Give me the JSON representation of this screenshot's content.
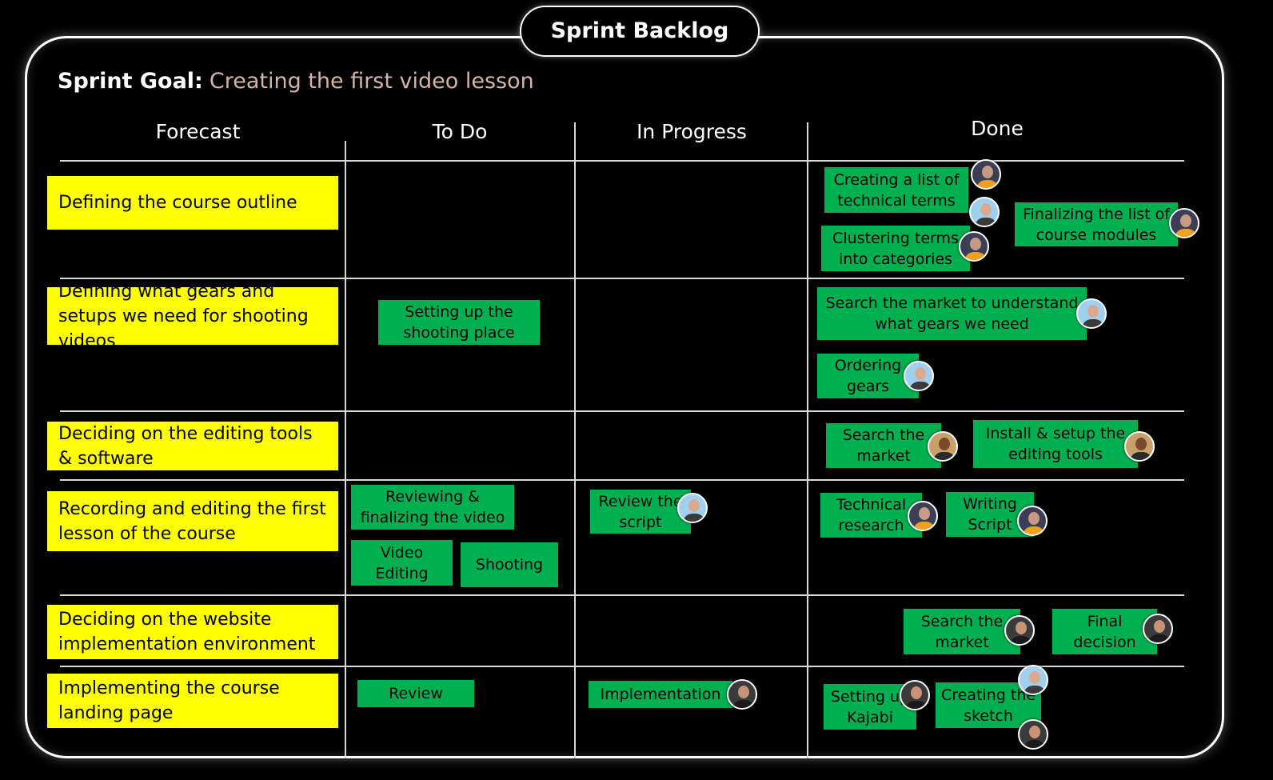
{
  "title": "Sprint Backlog",
  "sprint_goal": {
    "label": "Sprint Goal:",
    "value": "Creating the first video lesson"
  },
  "columns": [
    "Forecast",
    "To Do",
    "In Progress",
    "Done"
  ],
  "forecast": [
    "Defining the course outline",
    "Defining what gears and setups we need for shooting videos",
    "Deciding on the editing tools & software",
    "Recording and editing the first lesson of the course",
    "Deciding on the website implementation environment",
    "Implementing the course landing page"
  ],
  "cards": {
    "r1_done_1": "Creating a list of technical terms",
    "r1_done_2": "Clustering terms into categories",
    "r1_done_3": "Finalizing the list of course modules",
    "r2_todo_1": "Setting up the shooting place",
    "r2_done_1": "Search the market to understand what gears we need",
    "r2_done_2": "Ordering gears",
    "r3_done_1": "Search the market",
    "r3_done_2": "Install & setup the editing tools",
    "r4_todo_1": "Reviewing & finalizing the video",
    "r4_todo_2": "Video Editing",
    "r4_todo_3": "Shooting",
    "r4_prog_1": "Review the script",
    "r4_done_1": "Technical research",
    "r4_done_2": "Writing Script",
    "r5_done_1": "Search the market",
    "r5_done_2": "Final decision",
    "r6_todo_1": "Review",
    "r6_prog_1": "Implementation",
    "r6_done_1": "Setting up Kajabi",
    "r6_done_2": "Creating the sketch"
  },
  "colors": {
    "forecast_bg": "#ffff00",
    "card_bg": "#00b050",
    "goal_text": "#d2b4a8",
    "background": "#000000"
  }
}
